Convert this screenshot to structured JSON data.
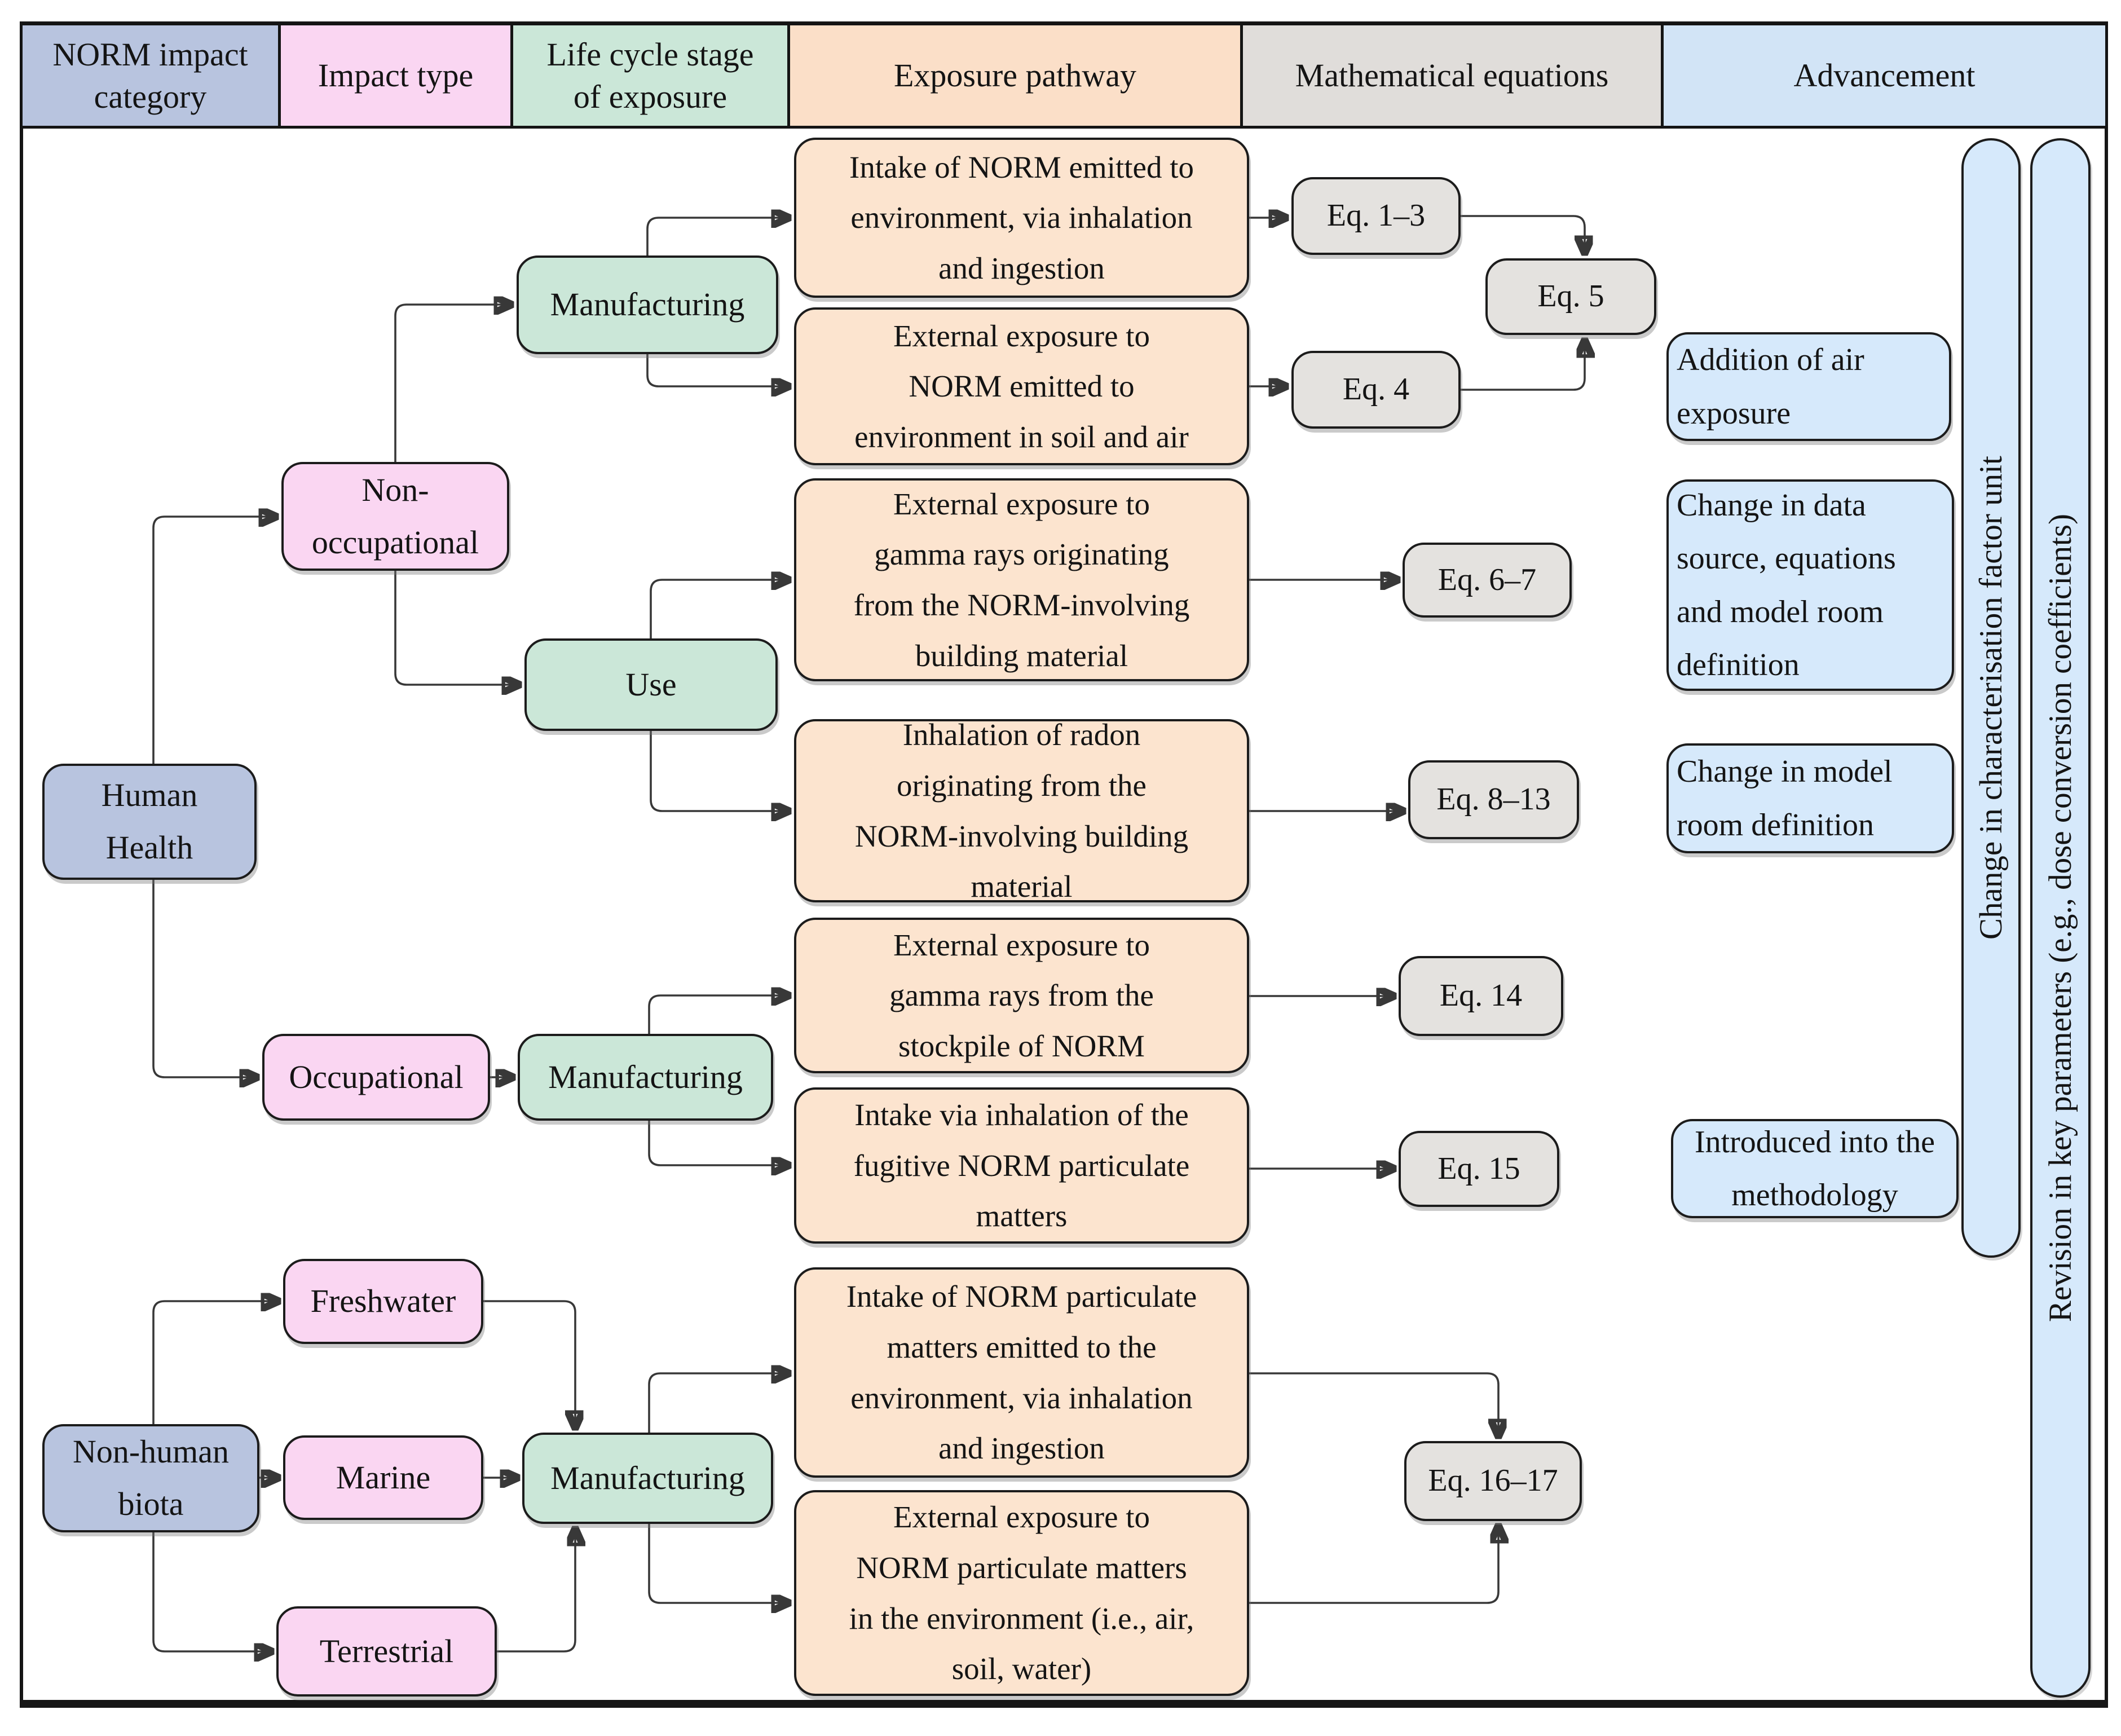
{
  "colors": {
    "category_fill": "#b8c4df",
    "impact_fill": "#fad6f2",
    "lifecycle_fill": "#cbe7d8",
    "pathway_fill": "#fce4cf",
    "pathway_header_fill": "#fbdfc8",
    "equation_fill": "#e4e2df",
    "equation_header_fill": "#e0ddda",
    "advancement_fill": "#d6e9fb",
    "advancement_header_fill": "#d2e4f6",
    "border": "#161616",
    "connector": "#383838"
  },
  "header": {
    "columns": [
      {
        "id": "norm-impact-category",
        "label": "NORM impact\ncategory"
      },
      {
        "id": "impact-type",
        "label": "Impact type"
      },
      {
        "id": "life-cycle-stage",
        "label": "Life cycle stage\nof exposure"
      },
      {
        "id": "exposure-pathway",
        "label": "Exposure pathway"
      },
      {
        "id": "mathematical-equations",
        "label": "Mathematical equations"
      },
      {
        "id": "advancement",
        "label": "Advancement"
      }
    ]
  },
  "categories": [
    {
      "id": "human-health",
      "label": "Human\nHealth"
    },
    {
      "id": "non-human-biota",
      "label": "Non-human\nbiota"
    }
  ],
  "impact_types": [
    {
      "id": "non-occupational",
      "label": "Non-\noccupational"
    },
    {
      "id": "occupational",
      "label": "Occupational"
    },
    {
      "id": "freshwater",
      "label": "Freshwater"
    },
    {
      "id": "marine",
      "label": "Marine"
    },
    {
      "id": "terrestrial",
      "label": "Terrestrial"
    }
  ],
  "life_cycle_stages": [
    {
      "id": "manufacturing-1",
      "label": "Manufacturing"
    },
    {
      "id": "use",
      "label": "Use"
    },
    {
      "id": "manufacturing-2",
      "label": "Manufacturing"
    },
    {
      "id": "manufacturing-3",
      "label": "Manufacturing"
    }
  ],
  "pathways": [
    {
      "id": "p1",
      "label": "Intake of NORM emitted to\nenvironment, via inhalation\nand ingestion"
    },
    {
      "id": "p2",
      "label": "External exposure to\nNORM emitted to\nenvironment in soil and air"
    },
    {
      "id": "p3",
      "label": "External exposure to\ngamma rays originating\nfrom the NORM-involving\nbuilding material"
    },
    {
      "id": "p4",
      "label": "Inhalation of radon\noriginating from the\nNORM-involving building\nmaterial"
    },
    {
      "id": "p5",
      "label": "External exposure to\ngamma rays from the\nstockpile of NORM"
    },
    {
      "id": "p6",
      "label": "Intake via inhalation of the\nfugitive NORM particulate\nmatters"
    },
    {
      "id": "p7",
      "label": "Intake of NORM particulate\nmatters emitted to the\nenvironment, via inhalation\nand ingestion"
    },
    {
      "id": "p8",
      "label": "External exposure to\nNORM particulate matters\nin the environment (i.e., air,\nsoil, water)"
    }
  ],
  "equations": [
    {
      "id": "eq1-3",
      "label": "Eq. 1–3"
    },
    {
      "id": "eq5",
      "label": "Eq. 5"
    },
    {
      "id": "eq4",
      "label": "Eq. 4"
    },
    {
      "id": "eq6-7",
      "label": "Eq. 6–7"
    },
    {
      "id": "eq8-13",
      "label": "Eq. 8–13"
    },
    {
      "id": "eq14",
      "label": "Eq. 14"
    },
    {
      "id": "eq15",
      "label": "Eq. 15"
    },
    {
      "id": "eq16-17",
      "label": "Eq. 16–17"
    }
  ],
  "advancements": [
    {
      "id": "addition-air-exposure",
      "label": "Addition of air\nexposure"
    },
    {
      "id": "change-data-source",
      "label": "Change in data\nsource, equations\nand model room\ndefinition"
    },
    {
      "id": "change-model-room",
      "label": "Change in model\nroom definition"
    },
    {
      "id": "introduced-methodology",
      "label": "Introduced into the\nmethodology"
    }
  ],
  "side_bars": [
    {
      "id": "bar-characterisation-factor",
      "label": "Change in characterisation factor unit"
    },
    {
      "id": "bar-key-parameters",
      "label": "Revision in key parameters (e.g., dose conversion coefficients)"
    }
  ]
}
